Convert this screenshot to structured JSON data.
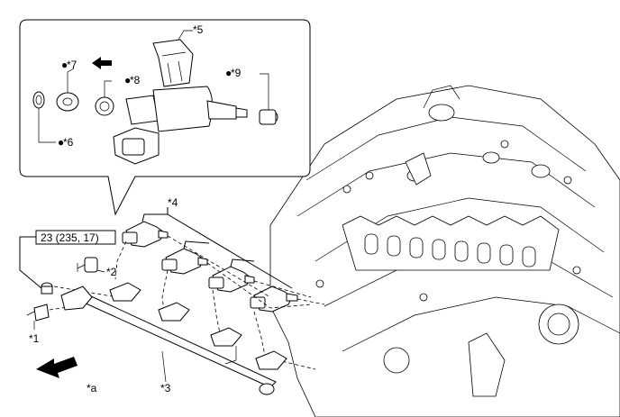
{
  "labels": {
    "c1": "*1",
    "c2": "*2",
    "c3": "*3",
    "c4": "*4",
    "c5": "*5",
    "c6": "*6",
    "c7": "*7",
    "c8": "*8",
    "c9": "*9",
    "ca": "*a"
  },
  "torque": "23 (235, 17)",
  "bullet": "●",
  "icons": {
    "direction_arrow": "front-direction-arrow-icon",
    "detail_arrow": "left-arrow-icon"
  }
}
